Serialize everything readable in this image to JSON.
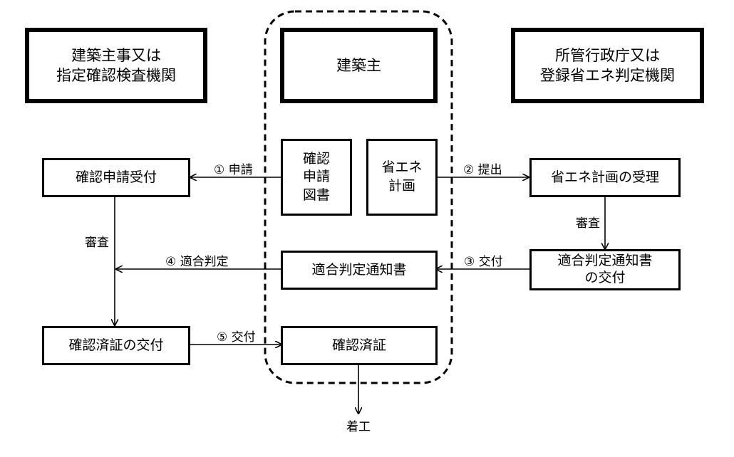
{
  "parties": {
    "left_title": "建築主事又は\n指定確認検査機関",
    "center_title": "建築主",
    "right_title": "所管行政庁又は\n登録省エネ判定機関"
  },
  "center": {
    "application_docs": "確認\n申請\n図書",
    "energy_plan": "省エネ\n計画",
    "compliance_notice": "適合判定通知書",
    "certificate": "確認済証"
  },
  "left": {
    "reception": "確認申請受付",
    "review": "審査",
    "issue_certificate": "確認済証の交付"
  },
  "right": {
    "plan_acceptance": "省エネ計画の受理",
    "review": "審査",
    "notice_issue": "適合判定通知書\nの交付"
  },
  "arrows": {
    "a1": "① 申請",
    "a2": "② 提出",
    "a3": "③ 交付",
    "a4": "④ 適合判定",
    "a5": "⑤ 交付"
  },
  "end": "着工"
}
